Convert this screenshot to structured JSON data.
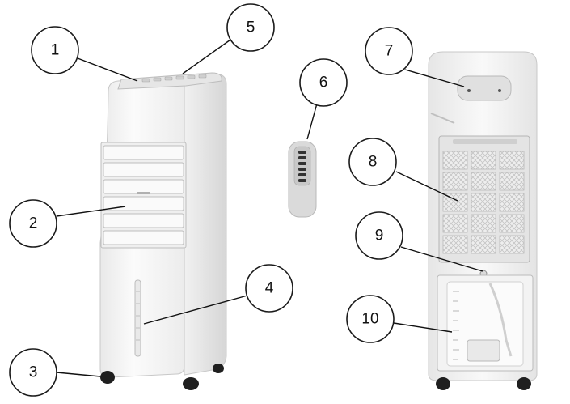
{
  "callouts": [
    {
      "id": 1,
      "label": "1"
    },
    {
      "id": 2,
      "label": "2"
    },
    {
      "id": 3,
      "label": "3"
    },
    {
      "id": 4,
      "label": "4"
    },
    {
      "id": 5,
      "label": "5"
    },
    {
      "id": 6,
      "label": "6"
    },
    {
      "id": 7,
      "label": "7"
    },
    {
      "id": 8,
      "label": "8"
    },
    {
      "id": 9,
      "label": "9"
    },
    {
      "id": 10,
      "label": "10"
    }
  ],
  "colors": {
    "body": "#f4f4f4",
    "edge": "#c8c8c8",
    "shadow": "#e2e2e2",
    "filter_mesh": "#dcdcdc",
    "wheel": "#1f1f1f",
    "remote": "#d9d9d9",
    "remote_buttons": "#333333"
  }
}
